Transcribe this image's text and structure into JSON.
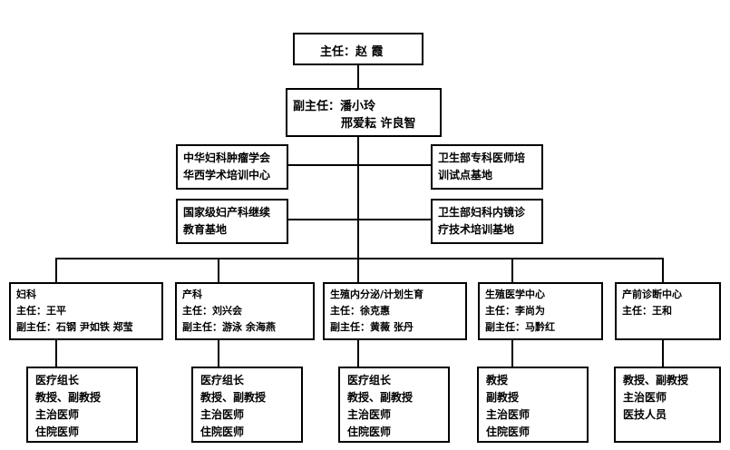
{
  "director": "主任：赵  霞",
  "deputy": {
    "line1": "副主任：潘小玲",
    "line2": "邢爱耘 许良智"
  },
  "platforms": [
    {
      "line1": "中华妇科肿瘤学会",
      "line2": "华西学术培训中心"
    },
    {
      "line1": "卫生部专科医师培",
      "line2": "训试点基地"
    },
    {
      "line1": "国家级妇产科继续",
      "line2": "教育基地"
    },
    {
      "line1": "卫生部妇科内镜诊",
      "line2": "疗技术培训基地"
    }
  ],
  "departments": [
    {
      "name": "妇科",
      "head": "主任：王平",
      "deputy": "副主任：石钢 尹如铁 郑莹"
    },
    {
      "name": "产科",
      "head": "主任：刘兴会",
      "deputy": "副主任：游泳 余海燕"
    },
    {
      "name": "生殖内分泌/计划生育",
      "head": "主任：徐克惠",
      "deputy": "副主任：黄薇 张丹"
    },
    {
      "name": "生殖医学中心",
      "head": "主任：李尚为",
      "deputy": "副主任：马黔红"
    },
    {
      "name": "产前诊断中心",
      "head": "主任：王和",
      "deputy": ""
    }
  ],
  "staff": [
    [
      "医疗组长",
      "教授、副教授",
      "主治医师",
      "住院医师"
    ],
    [
      "医疗组长",
      "教授、副教授",
      "主治医师",
      "住院医师"
    ],
    [
      "医疗组长",
      "教授、副教授",
      "主治医师",
      "住院医师"
    ],
    [
      "教授",
      "副教授",
      "主治医师",
      "住院医师"
    ],
    [
      "教授、副教授",
      "主治医师",
      "医技人员"
    ]
  ]
}
